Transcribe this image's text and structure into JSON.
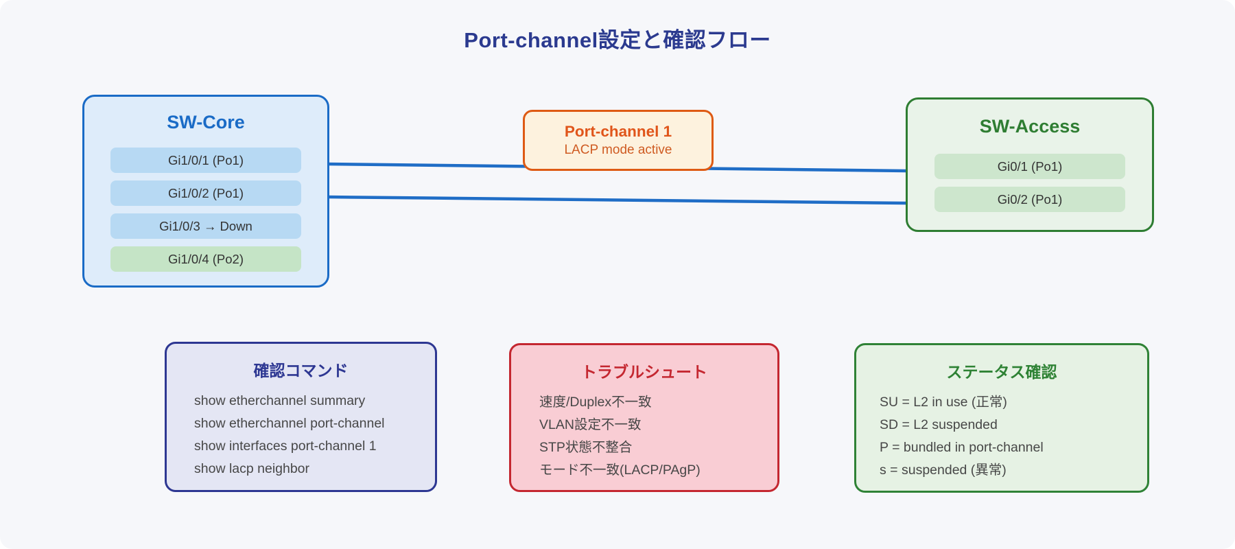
{
  "title": "Port-channel設定と確認フロー",
  "diagram": {
    "sw_core": {
      "title": "SW-Core",
      "ports": [
        {
          "label": "Gi1/0/1 (Po1)",
          "state": "po1"
        },
        {
          "label": "Gi1/0/2 (Po1)",
          "state": "po1"
        },
        {
          "label": "Gi1/0/3 → Down",
          "state": "down"
        },
        {
          "label": "Gi1/0/4 (Po2)",
          "state": "po2"
        }
      ]
    },
    "port_channel": {
      "title": "Port-channel 1",
      "subtitle": "LACP mode active"
    },
    "sw_access": {
      "title": "SW-Access",
      "ports": [
        {
          "label": "Gi0/1 (Po1)",
          "state": "po1"
        },
        {
          "label": "Gi0/2 (Po1)",
          "state": "po1"
        }
      ]
    },
    "links": {
      "count": 2,
      "color": "#1f6dc6"
    }
  },
  "info_boxes": {
    "commands": {
      "title": "確認コマンド",
      "items": [
        "show etherchannel summary",
        "show etherchannel port-channel",
        "show interfaces port-channel 1",
        "show lacp neighbor"
      ]
    },
    "troubleshoot": {
      "title": "トラブルシュート",
      "items": [
        "速度/Duplex不一致",
        "VLAN設定不一致",
        "STP状態不整合",
        "モード不一致(LACP/PAgP)"
      ]
    },
    "status": {
      "title": "ステータス確認",
      "items": [
        "SU = L2 in use (正常)",
        "SD = L2 suspended",
        "P = bundled in port-channel",
        "s = suspended (異常)"
      ]
    }
  },
  "colors": {
    "background": "#f6f7fa",
    "title_text": "#2b3a8f",
    "link_line": "#1f6dc6",
    "sw_core_border": "#1a6bc6",
    "sw_core_bg": "#deecfa",
    "port_chip_blue": "#b7d9f3",
    "port_chip_green": "#c5e4c6",
    "port_channel_border": "#de5a13",
    "port_channel_bg": "#fdf2de",
    "sw_access_border": "#2e7d32",
    "sw_access_bg": "#e9f3e9",
    "sw_access_chip": "#cde6cd",
    "commands_border": "#2d3792",
    "commands_bg": "#e4e6f4",
    "troubleshoot_border": "#c42730",
    "troubleshoot_bg": "#f9cdd4",
    "status_border": "#2f8236",
    "status_bg": "#e6f2e4"
  }
}
